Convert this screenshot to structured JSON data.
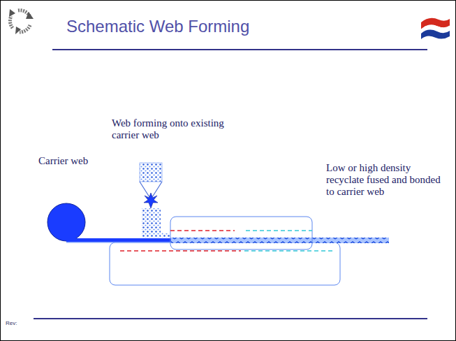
{
  "diagram": {
    "title": "Schematic Web Forming",
    "labels": [
      "Web forming onto existing carrier web",
      "Carrier web",
      "Low or high density recyclate fused and bonded to carrier web",
      "Rev:"
    ]
  }
}
